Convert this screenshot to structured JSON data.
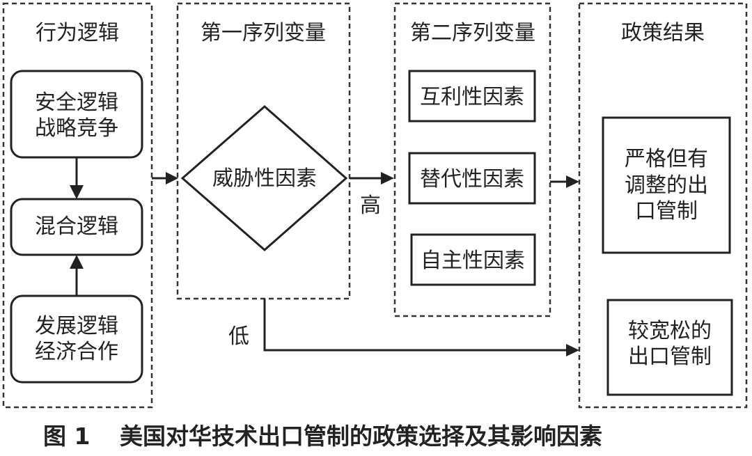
{
  "columns": {
    "behavior": "行为逻辑",
    "seq1": "第一序列变量",
    "seq2": "第二序列变量",
    "result": "政策结果"
  },
  "nodes": {
    "security": [
      "安全逻辑",
      "战略竞争"
    ],
    "mixed": "混合逻辑",
    "development": [
      "发展逻辑",
      "经济合作"
    ],
    "threat": "威胁性因素",
    "mutual_benefit": "互利性因素",
    "substitution": "替代性因素",
    "autonomy": "自主性因素",
    "strict": [
      "严格但有",
      "调整的出",
      "口管制"
    ],
    "loose": [
      "较宽松的",
      "出口管制"
    ]
  },
  "edges": {
    "high": "高",
    "low": "低"
  },
  "caption": {
    "figure": "图 1",
    "title": "美国对华技术出口管制的政策选择及其影响因素"
  }
}
